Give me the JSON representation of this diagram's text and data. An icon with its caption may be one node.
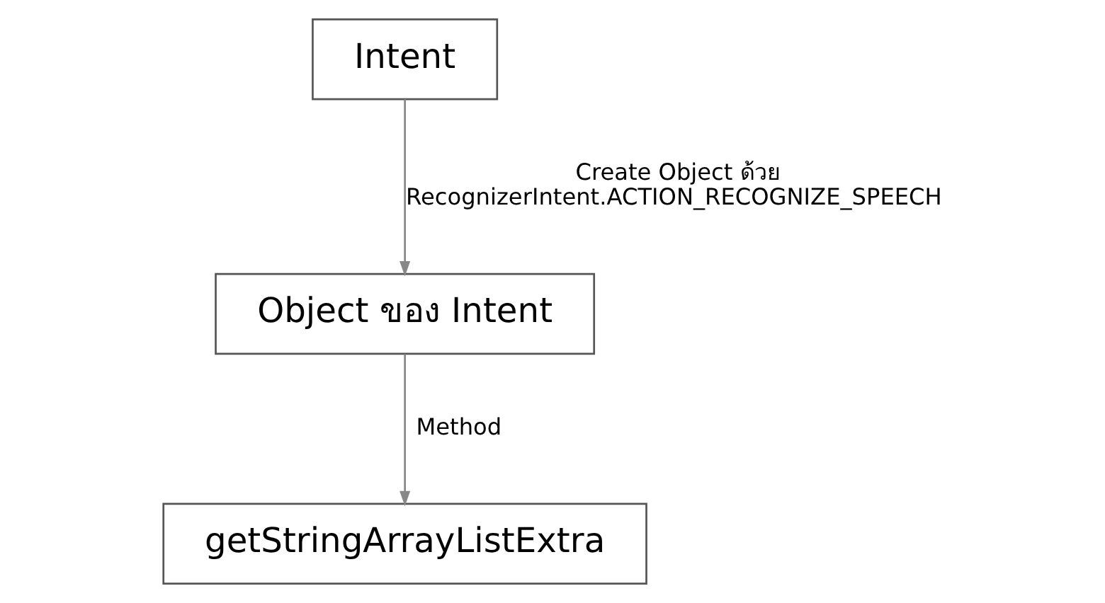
{
  "diagram": {
    "nodes": [
      {
        "text": [
          "Intent"
        ]
      },
      {
        "text": [
          "Object ของ Intent"
        ]
      },
      {
        "text": [
          "getStringArrayListExtra"
        ]
      }
    ],
    "edges": [
      {
        "from": 0,
        "to": 1,
        "arrow": "to",
        "label": "Create Object ด้วย RecognizerIntent.ACTION_RECOGNIZE_SPEECH"
      },
      {
        "from": 1,
        "to": 2,
        "arrow": "to",
        "label": "Method"
      }
    ]
  }
}
